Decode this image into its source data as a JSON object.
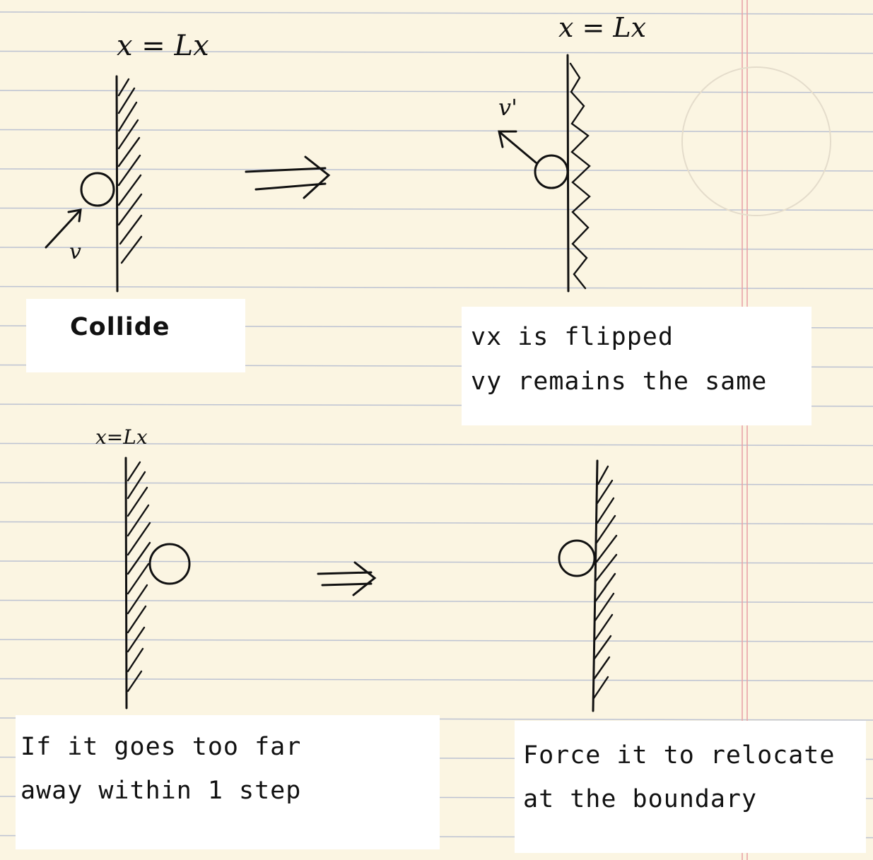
{
  "panels": [
    {
      "id": "collide",
      "wall_label": "x = Lx",
      "velocity_label": "v",
      "caption_lines": [
        "Collide"
      ]
    },
    {
      "id": "reflected",
      "wall_label": "x = Lx",
      "velocity_label": "v'",
      "caption_lines": [
        "vx is flipped",
        "vy remains the same"
      ]
    },
    {
      "id": "overshoot",
      "wall_label": "x=Lx",
      "caption_lines": [
        "If it goes too far",
        "away within 1 step"
      ]
    },
    {
      "id": "relocate",
      "caption_lines": [
        "Force it to relocate",
        "at the boundary"
      ]
    }
  ],
  "colors": {
    "paper": "#fbf5e2",
    "rule_line": "#b9bfd0",
    "margin_line": "#e8a4a8",
    "ink": "#111111",
    "caption_bg": "#ffffff"
  }
}
